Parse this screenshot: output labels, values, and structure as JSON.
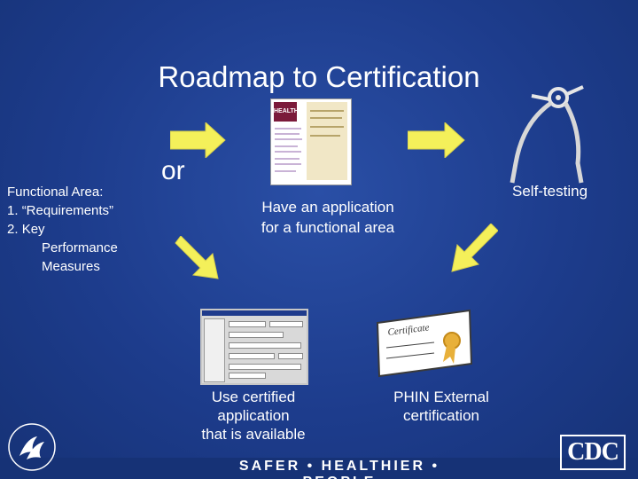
{
  "slide": {
    "title": "Roadmap to Certification",
    "or_word": "or",
    "functional_area": {
      "heading": "Functional Area:",
      "items": [
        {
          "num": "1.",
          "text": "“Requirements”"
        },
        {
          "num": "2.",
          "text": "Key"
        }
      ],
      "continuation": [
        "Performance",
        "Measures"
      ]
    },
    "center_label": [
      "Have an application",
      "for a functional area"
    ],
    "self_testing_label": "Self-testing",
    "use_certified_label": [
      "Use certified",
      "application",
      "that is available"
    ],
    "phin_label": [
      "PHIN External",
      "certification"
    ],
    "footer_slogan": "SAFER • HEALTHIER • PEOPLE",
    "cdc_logo_text": "CDC",
    "doc_logo_text": "HEALTH",
    "cert_title_text": "Certificate",
    "colors": {
      "background": "#1f3f8f",
      "arrow_yellow": "#f4f05a",
      "text": "#ffffff"
    },
    "icons": [
      "hhs-eagle-logo",
      "caliper-icon",
      "certificate-icon",
      "document-icon",
      "screenshot-icon"
    ]
  }
}
